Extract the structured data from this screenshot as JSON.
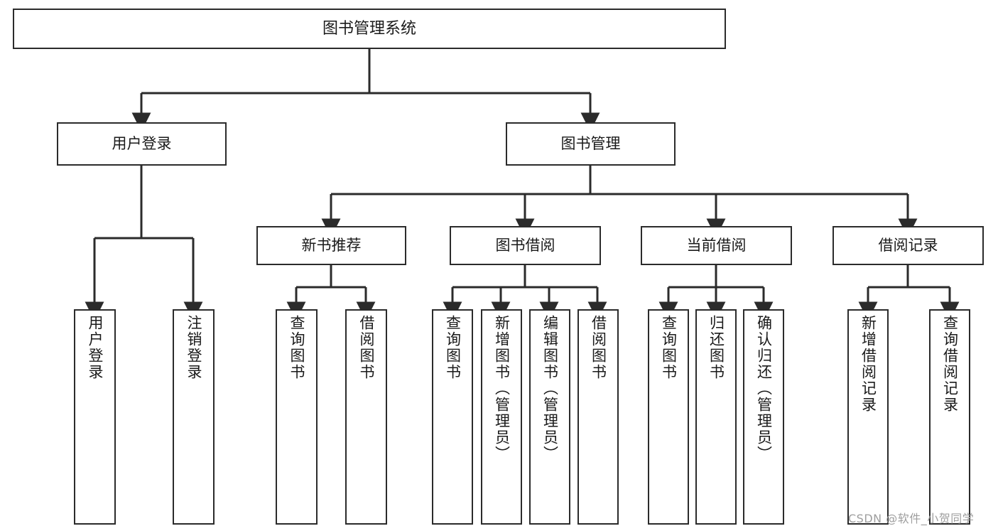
{
  "diagram": {
    "title": "图书管理系统",
    "type": "hierarchy-tree",
    "watermark": "CSDN @软件_小贺同学",
    "colors": {
      "stroke": "#2b2b2b",
      "fill": "#ffffff",
      "text": "#1a1a1a",
      "watermark": "#9e9e9e"
    },
    "nodes": {
      "root": {
        "label": "图书管理系统"
      },
      "level1": [
        {
          "id": "user-login",
          "label": "用户登录"
        },
        {
          "id": "book-management",
          "label": "图书管理"
        }
      ],
      "level2": [
        {
          "id": "new-book-recommend",
          "label": "新书推荐"
        },
        {
          "id": "book-borrow",
          "label": "图书借阅"
        },
        {
          "id": "current-borrow",
          "label": "当前借阅"
        },
        {
          "id": "borrow-record",
          "label": "借阅记录"
        }
      ],
      "leaves": {
        "user_login": [
          {
            "id": "leaf-user-login",
            "label": "用户登录"
          },
          {
            "id": "leaf-logout",
            "label": "注销登录"
          }
        ],
        "new_book_recommend": [
          {
            "id": "leaf-query-book-1",
            "label": "查询图书"
          },
          {
            "id": "leaf-borrow-book-1",
            "label": "借阅图书"
          }
        ],
        "book_borrow": [
          {
            "id": "leaf-query-book-2",
            "label": "查询图书"
          },
          {
            "id": "leaf-add-book",
            "label": "新增图书（管理员）"
          },
          {
            "id": "leaf-edit-book",
            "label": "编辑图书（管理员）"
          },
          {
            "id": "leaf-borrow-book-2",
            "label": "借阅图书"
          }
        ],
        "current_borrow": [
          {
            "id": "leaf-query-book-3",
            "label": "查询图书"
          },
          {
            "id": "leaf-return-book",
            "label": "归还图书"
          },
          {
            "id": "leaf-confirm-return",
            "label": "确认归还（管理员）"
          }
        ],
        "borrow_record": [
          {
            "id": "leaf-add-record",
            "label": "新增借阅记录"
          },
          {
            "id": "leaf-query-record",
            "label": "查询借阅记录"
          }
        ]
      }
    }
  }
}
